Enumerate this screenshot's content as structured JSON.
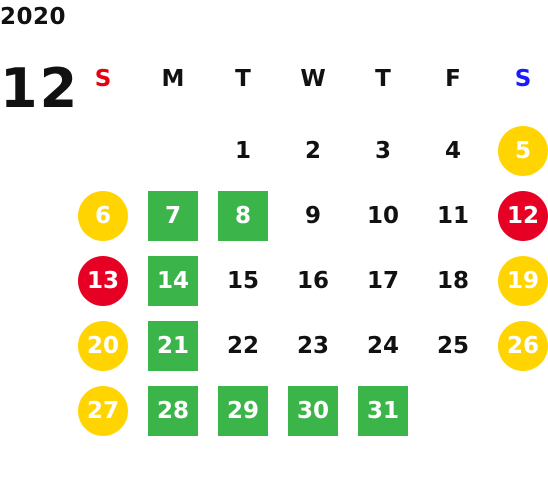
{
  "calendar": {
    "year": "2020",
    "month": "12",
    "weekdays": [
      {
        "label": "S",
        "color": "#e60012"
      },
      {
        "label": "M",
        "color": "#111111"
      },
      {
        "label": "T",
        "color": "#111111"
      },
      {
        "label": "W",
        "color": "#111111"
      },
      {
        "label": "T",
        "color": "#111111"
      },
      {
        "label": "F",
        "color": "#111111"
      },
      {
        "label": "S",
        "color": "#1a1aff"
      }
    ],
    "colors": {
      "green": "#3bb54a",
      "yellow": "#ffd400",
      "red": "#e60023",
      "text": "#111111"
    },
    "days": [
      {
        "day": "1",
        "col": 2,
        "row": 0,
        "style": "plain"
      },
      {
        "day": "2",
        "col": 3,
        "row": 0,
        "style": "plain"
      },
      {
        "day": "3",
        "col": 4,
        "row": 0,
        "style": "plain"
      },
      {
        "day": "4",
        "col": 5,
        "row": 0,
        "style": "plain"
      },
      {
        "day": "5",
        "col": 6,
        "row": 0,
        "style": "yellow"
      },
      {
        "day": "6",
        "col": 0,
        "row": 1,
        "style": "yellow"
      },
      {
        "day": "7",
        "col": 1,
        "row": 1,
        "style": "green"
      },
      {
        "day": "8",
        "col": 2,
        "row": 1,
        "style": "green"
      },
      {
        "day": "9",
        "col": 3,
        "row": 1,
        "style": "plain"
      },
      {
        "day": "10",
        "col": 4,
        "row": 1,
        "style": "plain"
      },
      {
        "day": "11",
        "col": 5,
        "row": 1,
        "style": "plain"
      },
      {
        "day": "12",
        "col": 6,
        "row": 1,
        "style": "red"
      },
      {
        "day": "13",
        "col": 0,
        "row": 2,
        "style": "red"
      },
      {
        "day": "14",
        "col": 1,
        "row": 2,
        "style": "green"
      },
      {
        "day": "15",
        "col": 2,
        "row": 2,
        "style": "plain"
      },
      {
        "day": "16",
        "col": 3,
        "row": 2,
        "style": "plain"
      },
      {
        "day": "17",
        "col": 4,
        "row": 2,
        "style": "plain"
      },
      {
        "day": "18",
        "col": 5,
        "row": 2,
        "style": "plain"
      },
      {
        "day": "19",
        "col": 6,
        "row": 2,
        "style": "yellow"
      },
      {
        "day": "20",
        "col": 0,
        "row": 3,
        "style": "yellow"
      },
      {
        "day": "21",
        "col": 1,
        "row": 3,
        "style": "green"
      },
      {
        "day": "22",
        "col": 2,
        "row": 3,
        "style": "plain"
      },
      {
        "day": "23",
        "col": 3,
        "row": 3,
        "style": "plain"
      },
      {
        "day": "24",
        "col": 4,
        "row": 3,
        "style": "plain"
      },
      {
        "day": "25",
        "col": 5,
        "row": 3,
        "style": "plain"
      },
      {
        "day": "26",
        "col": 6,
        "row": 3,
        "style": "yellow"
      },
      {
        "day": "27",
        "col": 0,
        "row": 4,
        "style": "yellow"
      },
      {
        "day": "28",
        "col": 1,
        "row": 4,
        "style": "green"
      },
      {
        "day": "29",
        "col": 2,
        "row": 4,
        "style": "green"
      },
      {
        "day": "30",
        "col": 3,
        "row": 4,
        "style": "green"
      },
      {
        "day": "31",
        "col": 4,
        "row": 4,
        "style": "green"
      }
    ]
  }
}
